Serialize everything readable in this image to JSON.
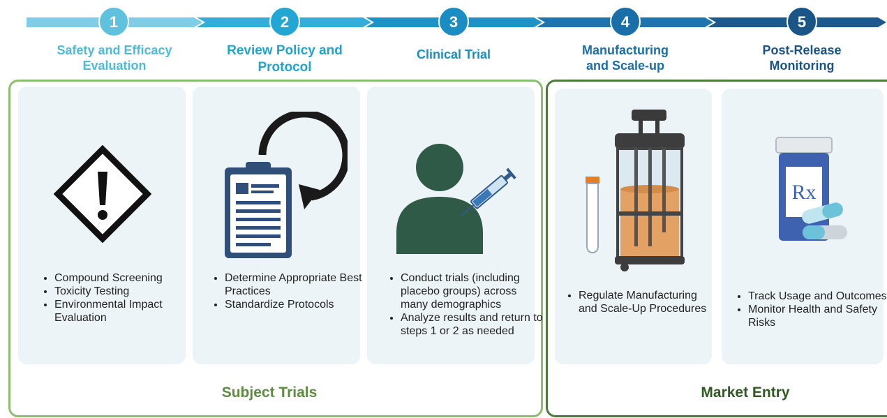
{
  "steps": [
    {
      "number": "1",
      "title_l1": "Safety and Efficacy",
      "title_l2": "Evaluation",
      "color": "#4fbad8"
    },
    {
      "number": "2",
      "title_l1": "Review Policy and",
      "title_l2": "Protocol",
      "color": "#20a4cf"
    },
    {
      "number": "3",
      "title_l1": "Clinical Trial",
      "title_l2": "",
      "color": "#1a8ec0"
    },
    {
      "number": "4",
      "title_l1": "Manufacturing",
      "title_l2": "and Scale-up",
      "color": "#1b6ea8"
    },
    {
      "number": "5",
      "title_l1": "Post-Release",
      "title_l2": "Monitoring",
      "color": "#1a5486"
    }
  ],
  "groups": {
    "subject_label": "Subject Trials",
    "market_label": "Market Entry",
    "subject_color": "#5d8b3f",
    "market_color": "#2f5a22"
  },
  "cards": [
    {
      "icon": "hazard-warning-icon",
      "bullets": [
        "Compound Screening",
        "Toxicity Testing",
        "Environmental Impact Evaluation"
      ]
    },
    {
      "icon": "clipboard-cycle-icon",
      "bullets": [
        "Determine Appropriate Best Practices",
        "Standardize Protocols"
      ]
    },
    {
      "icon": "patient-syringe-icon",
      "bullets": [
        "Conduct trials (including placebo groups)  across many demographics",
        "Analyze results and return to steps 1 or 2 as needed"
      ]
    },
    {
      "icon": "bioreactor-icon",
      "bullets": [
        "Regulate Manufacturing and Scale-Up Procedures"
      ]
    },
    {
      "icon": "prescription-bottle-icon",
      "bullets": [
        "Track Usage and Outcomes",
        "Monitor Health and Safety Risks"
      ]
    }
  ],
  "icon_text": {
    "rx": "Rx"
  }
}
